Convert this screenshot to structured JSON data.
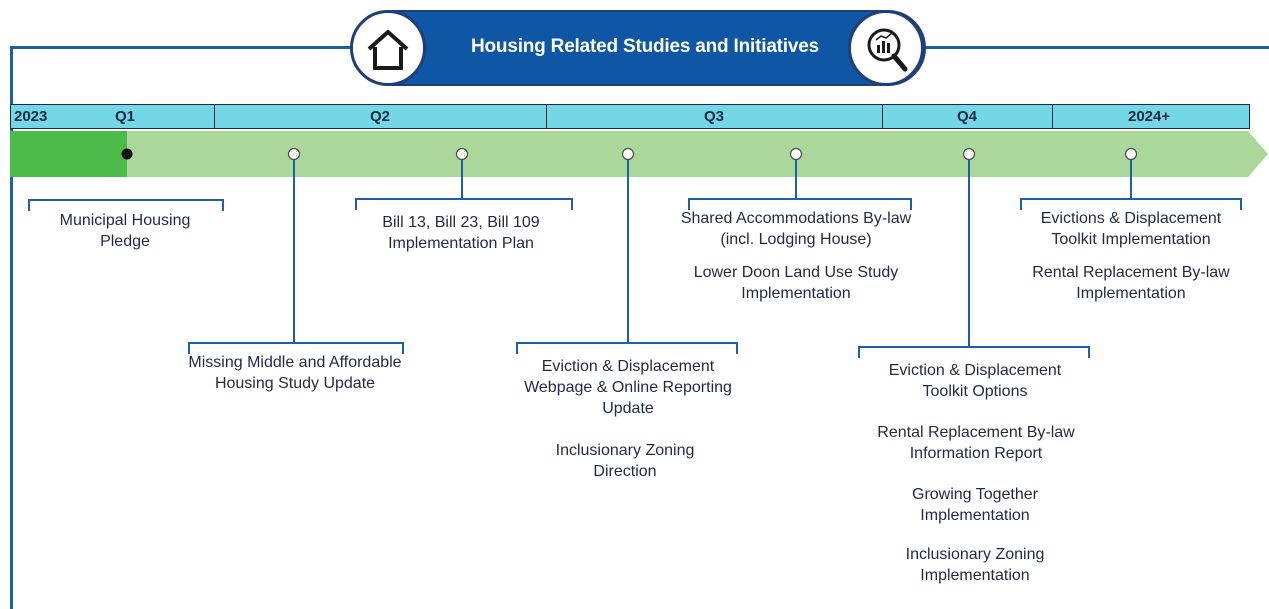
{
  "header": {
    "title": "Housing Related Studies and Initiatives",
    "left_icon": "house-icon",
    "right_icon": "magnifier-chart-icon"
  },
  "timeline": {
    "year_label": "2023",
    "quarters": [
      "Q1",
      "Q2",
      "Q3",
      "Q4",
      "2024+"
    ],
    "colors": {
      "bar": "#74d7e6",
      "arrow": "#a9d89a",
      "progress": "#4dbb4a",
      "line": "#1f5ea8"
    }
  },
  "items": {
    "pledge": "Municipal Housing Pledge",
    "missing_middle": "Missing Middle and Affordable Housing Study Update",
    "bills": "Bill 13, Bill 23, Bill 109 Implementation Plan",
    "eviction_webpage": "Eviction & Displacement Webpage & Online Reporting Update",
    "iz_direction": "Inclusionary Zoning Direction",
    "shared_accom": "Shared Accommodations By-law (incl. Lodging House)",
    "lower_doon": "Lower Doon Land Use Study Implementation",
    "eviction_options": "Eviction & Displacement Toolkit Options",
    "rental_report": "Rental Replacement By-law Information Report",
    "growing_together": "Growing Together Implementation",
    "iz_implementation": "Inclusionary Zoning Implementation",
    "eviction_implementation": "Evictions & Displacement Toolkit Implementation",
    "rental_implementation": "Rental Replacement By-law Implementation"
  }
}
